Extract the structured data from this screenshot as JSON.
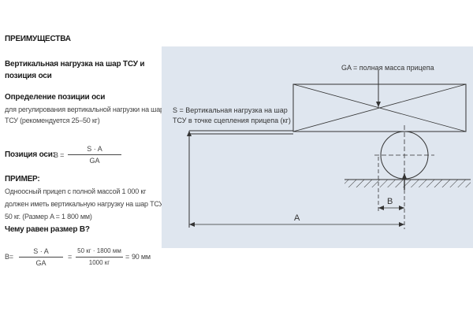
{
  "text": {
    "heading": "ПРЕИМУЩЕСТВА",
    "subheading_line1": "Вертикальная нагрузка на шар ТСУ и",
    "subheading_line2": "позиция оси",
    "section_title": "Определение позиции оси",
    "desc_line1": "для регулирования вертикальной нагрузки на шар",
    "desc_line2": "ТСУ (рекомендуется 25–50 кг)",
    "formula_label": "Позиция оси:",
    "formula_var": "B =",
    "formula_num": "S · A",
    "formula_den": "GA",
    "example_title": "ПРИМЕР:",
    "example_line1": "Одноосный прицеп с полной массой 1 000 кг",
    "example_line2": "должен иметь вертикальную нагрузку на шар ТСУ",
    "example_line3": "50 кг. (Размер A = 1 800 мм)",
    "question": "Чему равен размер B?",
    "calc_var": "B=",
    "calc_num1": "S · A",
    "calc_den1": "GA",
    "calc_eq1": "=",
    "calc_num2": "50 кг · 1800 мм",
    "calc_den2": "1000 кг",
    "calc_eq2": "=",
    "calc_result": "90 мм"
  },
  "diagram": {
    "ga_label": "GA = полная масса прицепа",
    "s_label_line1": "S = Вертикальная нагрузка на шар",
    "s_label_line2": "ТСУ в точке сцепления прицепа (кг)",
    "dim_a": "A",
    "dim_b": "B"
  },
  "colors": {
    "diagram_bg": "#dfe6ef",
    "line": "#333333"
  }
}
